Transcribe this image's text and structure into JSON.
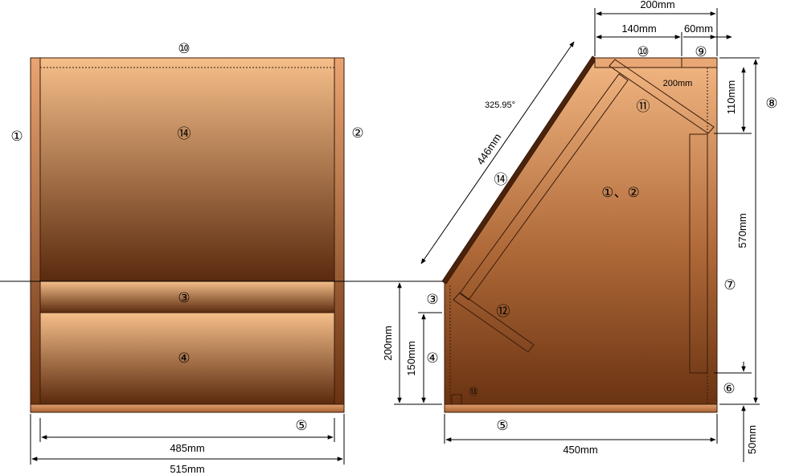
{
  "front": {
    "part_top": "⑩",
    "part_left": "①",
    "part_right": "②",
    "part_back": "⑭",
    "part_mid": "③",
    "part_drawer": "④",
    "part_base": "⑤",
    "dim_inner": "485mm",
    "dim_outer": "515mm"
  },
  "side": {
    "dim_top_total": "200mm",
    "dim_top_a": "140mm",
    "dim_top_b": "60mm",
    "part_top": "⑩",
    "part_cap": "⑨",
    "part_height": "⑧",
    "angle": "325.95°",
    "dim_slope": "446mm",
    "part_slope": "⑭",
    "dim_brace": "200mm",
    "part_brace": "⑪",
    "dim_110": "110mm",
    "part_sides": "①、②",
    "dim_570": "570mm",
    "part_back": "⑦",
    "part_front_a": "③",
    "part_front_b": "④",
    "dim_200": "200mm",
    "dim_150": "150mm",
    "part_shelf": "⑫",
    "part_small": "⑬",
    "part_foot": "⑥",
    "part_base": "⑤",
    "dim_450": "450mm",
    "dim_50": "50mm"
  }
}
